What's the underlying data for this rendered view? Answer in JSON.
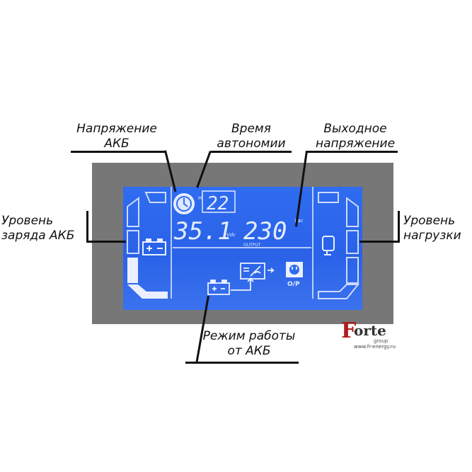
{
  "labels": {
    "battery_voltage": [
      "Напряжение",
      "АКБ"
    ],
    "runtime": [
      "Время",
      "автономии"
    ],
    "output_voltage": [
      "Выходное",
      "напряжение"
    ],
    "battery_level": [
      "Уровень",
      "заряда АКБ"
    ],
    "load_level": [
      "Уровень",
      "нагрузки"
    ],
    "battery_mode": [
      "Режим работы",
      "от АКБ"
    ]
  },
  "display": {
    "runtime_value": "22",
    "runtime_unit": "M",
    "battery_voltage_value": "35.1",
    "battery_voltage_unit": "Vdc",
    "output_voltage_value": "230",
    "output_voltage_unit": "Vac",
    "output_label": "OUTPUT",
    "outlet_label": "O/P"
  },
  "logo": {
    "initial": "F",
    "name": "orte",
    "sub": "group",
    "url": "www.fr-energy.ru"
  },
  "colors": {
    "lcd": "#2f6cf0",
    "segment": "#e4ecff",
    "frame": "#777777",
    "logo_red": "#b01c1c"
  }
}
